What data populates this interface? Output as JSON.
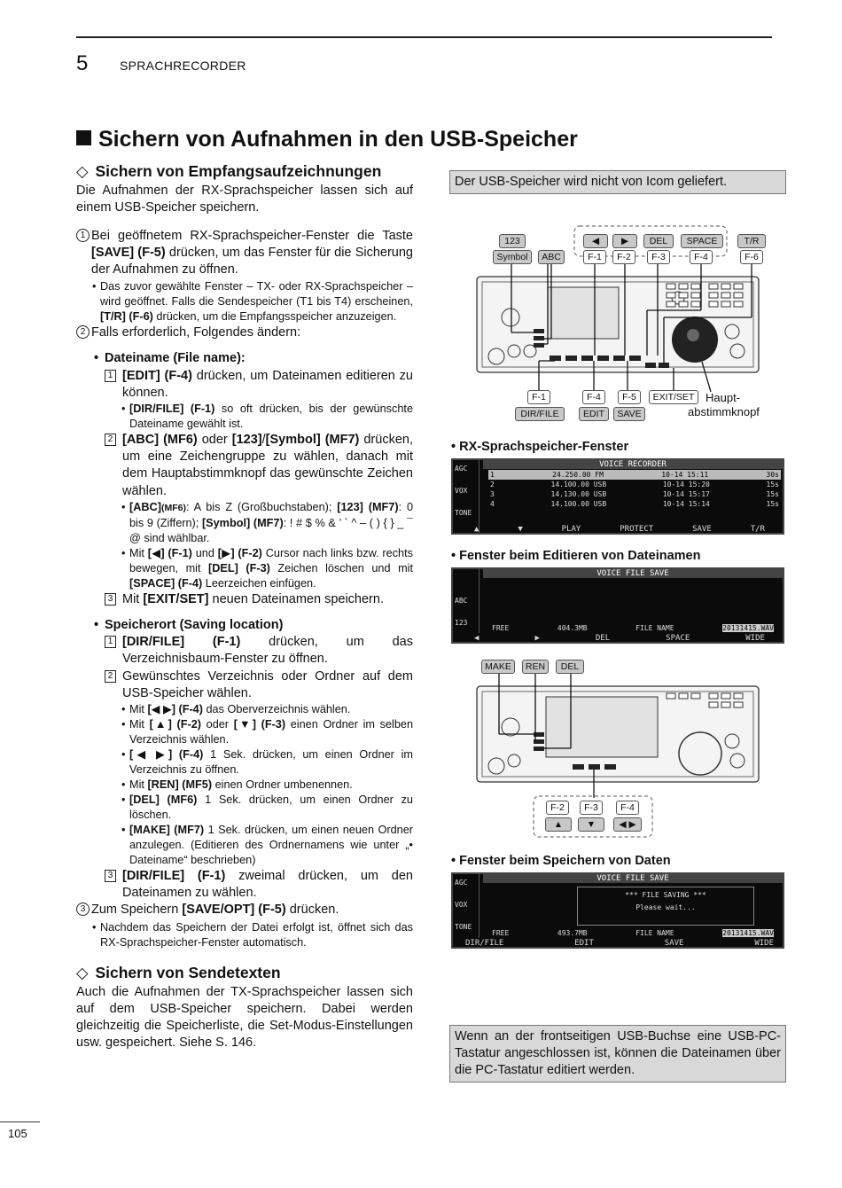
{
  "header": {
    "chapter_number": "5",
    "chapter_title": "SPRACHRECORDER"
  },
  "section_title": "Sichern von Aufnahmen in den USB-Speicher",
  "rx": {
    "title": "Sichern von Empfangsaufzeichnungen",
    "intro": "Die Aufnahmen der RX-Sprachspeicher lassen sich auf einem USB-Speicher speichern."
  },
  "steps": {
    "s1_num": "1",
    "s1_a": "Bei geöffnetem RX-Sprachspeicher-Fenster die Taste ",
    "s1_b": "[SAVE] (F-5)",
    "s1_c": " drücken, um das Fenster für die Sicherung der Aufnahmen zu öffnen.",
    "s1_note_a": "Das zuvor gewählte Fenster – TX- oder RX-Sprachspeicher – wird geöffnet. Falls die Sendespeicher (T1 bis T4) erscheinen, ",
    "s1_note_b": "[T/R] (F-6)",
    "s1_note_c": " drücken, um die Empfangsspeicher anzuzeigen.",
    "s2_num": "2",
    "s2": "Falls erforderlich, Folgendes ändern:",
    "fn_head": "Dateiname (File name):",
    "fn1_num": "1",
    "fn1_a": "[EDIT] (F-4)",
    "fn1_b": " drücken, um Dateinamen editieren zu können.",
    "fn1_note_a": "[DIR/FILE] (F-1)",
    "fn1_note_b": " so oft drücken, bis der gewünschte Dateiname gewählt ist.",
    "fn2_num": "2",
    "fn2_a": "[ABC] (MF6)",
    "fn2_b": " oder ",
    "fn2_c": "[123]",
    "fn2_d": "/",
    "fn2_e": "[Symbol] (MF7)",
    "fn2_f": " drücken, um eine Zeichengruppe zu wählen, danach mit dem Hauptabstimmknopf das gewünschte Zeichen wählen.",
    "fn2_n1_a": "[ABC]",
    "fn2_n1_b": "(MF6)",
    "fn2_n1_c": ": A bis Z (Großbuchstaben); ",
    "fn2_n1_d": "[123] (MF7)",
    "fn2_n1_e": ": 0 bis 9 (Ziffern); ",
    "fn2_n1_f": "[Symbol] (MF7)",
    "fn2_n1_g": ": ! # $ % & ’ ` ^ – ( ) { } _ ¯ @ sind wählbar.",
    "fn2_n2_a": "Mit ",
    "fn2_n2_b": "[◀] (F-1)",
    "fn2_n2_c": " und ",
    "fn2_n2_d": "[▶] (F-2)",
    "fn2_n2_e": " Cursor nach links bzw. rechts bewegen, mit ",
    "fn2_n2_f": "[DEL] (F-3)",
    "fn2_n2_g": " Zeichen löschen und mit ",
    "fn2_n2_h": "[SPACE] (F-4)",
    "fn2_n2_i": " Leerzeichen einfügen.",
    "fn3_num": "3",
    "fn3_a": "Mit ",
    "fn3_b": "[EXIT/SET]",
    "fn3_c": " neuen Dateinamen speichern.",
    "so_head": "Speicherort (Saving location)",
    "so1_num": "1",
    "so1_a": "[DIR/FILE] (F-1)",
    "so1_b": " drücken, um das Verzeichnisbaum-Fenster zu öffnen.",
    "so2_num": "2",
    "so2": "Gewünschtes Verzeichnis oder Ordner auf dem USB-Speicher wählen.",
    "so2_n1_a": "Mit ",
    "so2_n1_b": "[◀ ▶] (F-4)",
    "so2_n1_c": " das Oberverzeichnis wählen.",
    "so2_n2_a": "Mit ",
    "so2_n2_b": "[▲] (F-2)",
    "so2_n2_c": " oder ",
    "so2_n2_d": "[▼] (F-3)",
    "so2_n2_e": " einen Ordner im selben Verzeichnis wählen.",
    "so2_n3_a": "[◀ ▶] (F-4)",
    "so2_n3_b": " 1 Sek. drücken, um einen Ordner im Verzeichnis zu öffnen.",
    "so2_n4_a": "Mit ",
    "so2_n4_b": "[REN] (MF5)",
    "so2_n4_c": " einen Ordner umbenennen.",
    "so2_n5_a": "[DEL] (MF6)",
    "so2_n5_b": " 1 Sek. drücken, um einen Ordner zu löschen.",
    "so2_n6_a": "[MAKE] (MF7)",
    "so2_n6_b": " 1 Sek. drücken, um einen neuen Ordner anzulegen. (Editieren des Ordnernamens wie unter „• Dateiname“ beschrieben)",
    "so3_num": "3",
    "so3_a": "[DIR/FILE] (F-1)",
    "so3_b": " zweimal drücken, um den Dateinamen zu wählen.",
    "s3_num": "3",
    "s3_a": "Zum Speichern ",
    "s3_b": "[SAVE/OPT] (F-5)",
    "s3_c": " drücken.",
    "s3_note": "Nachdem das Speichern der Datei erfolgt ist, öffnet sich das RX-Sprachspeicher-Fenster automatisch."
  },
  "tx": {
    "title": "Sichern von Sendetexten",
    "text": "Auch die Aufnahmen der TX-Sprachspeicher lassen sich auf dem USB-Speicher speichern. Dabei werden gleichzeitig die Speicherliste, die Set-Modus-Einstellungen usw. gespeichert. Siehe S. 146."
  },
  "notes": {
    "top": "Der USB-Speicher wird nicht von Icom geliefert.",
    "bottom": "Wenn an der frontseitigen USB-Buchse eine USB-PC-Tastatur angeschlossen ist, können die Dateinamen über die PC-Tastatur editiert werden."
  },
  "figure1": {
    "keys_top": [
      "123",
      "Symbol",
      "ABC",
      "◀",
      "▶",
      "DEL",
      "SPACE",
      "T/R",
      "F-1",
      "F-2",
      "F-3",
      "F-4",
      "F-6"
    ],
    "keys_bottom": [
      "F-1",
      "F-4",
      "F-5",
      "EXIT/SET",
      "DIR/FILE",
      "EDIT",
      "SAVE"
    ],
    "knob_label_1": "Haupt-",
    "knob_label_2": "abstimmknopf"
  },
  "screens": {
    "rx_caption": "RX-Sprachspeicher-Fenster",
    "rx_title": "VOICE RECORDER",
    "rx_rows": [
      [
        "1",
        "24.250.00 FM",
        "10-14 15:11",
        "30s"
      ],
      [
        "2",
        "14.100.00 USB",
        "10-14 15:20",
        "15s"
      ],
      [
        "3",
        "14.130.00 USB",
        "10-14 15:17",
        "15s"
      ],
      [
        "4",
        "14.100.00 USB",
        "10-14 15:14",
        "15s"
      ]
    ],
    "rx_side": [
      "AGC",
      "VOX",
      "TONE"
    ],
    "rx_foot": [
      "▲",
      "▼",
      "PLAY",
      "PROTECT",
      "SAVE",
      "T/R"
    ],
    "edit_caption": "Fenster beim Editieren von Dateinamen",
    "edit_title": "VOICE FILE SAVE",
    "edit_side": [
      "ABC",
      "123"
    ],
    "edit_status": [
      "FREE",
      "404.3MB",
      "FILE NAME",
      "20131415.WAV"
    ],
    "edit_foot": [
      "◀",
      "▶",
      "DEL",
      "SPACE",
      "WIDE"
    ],
    "save_caption": "Fenster beim Speichern von Daten",
    "save_title": "VOICE FILE SAVE",
    "save_msg1": "*** FILE SAVING ***",
    "save_msg2": "Please wait...",
    "save_side": [
      "AGC",
      "VOX",
      "TONE"
    ],
    "save_status": [
      "FREE",
      "493.7MB",
      "FILE NAME",
      "20131415.WAV"
    ],
    "save_foot": [
      "DIR/FILE",
      "EDIT",
      "SAVE",
      "WIDE"
    ]
  },
  "figure2": {
    "keys_top": [
      "MAKE",
      "REN",
      "DEL"
    ],
    "keys_bottom": [
      "F-2",
      "F-3",
      "F-4",
      "▲",
      "▼",
      "◀ ▶"
    ]
  },
  "page_number": "105"
}
